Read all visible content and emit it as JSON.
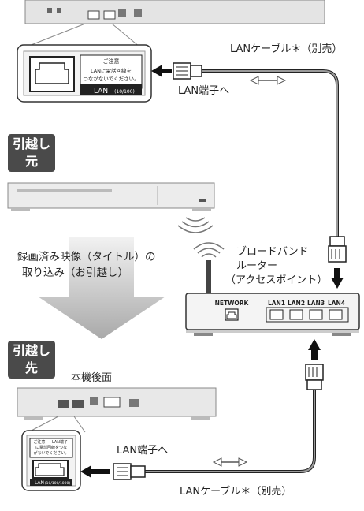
{
  "tags": {
    "source": [
      "引越し",
      "元"
    ],
    "destination": [
      "引越し",
      "先"
    ]
  },
  "cables": {
    "top_label": "LANケーブル＊（別売）",
    "bottom_label": "LANケーブル＊（別売）",
    "to_lan_top": "LAN端子へ",
    "to_lan_bottom": "LAN端子へ"
  },
  "top_callout": {
    "caution_title": "ご注意",
    "caution_body_1": "LANに電話回線を",
    "caution_body_2": "つながないでください。",
    "port_label": "LAN",
    "port_spec": "(10/100)"
  },
  "bottom_callout": {
    "caution_title": "ご注意",
    "caution_body_1": "LAN端子",
    "caution_body_2": "に電話回線をつな",
    "caution_body_3": "がないでください。",
    "port_label": "LAN",
    "port_spec": "(10/100/1000)"
  },
  "transfer_text": [
    "録画済み映像（タイトル）の",
    "取り込み（お引越し）"
  ],
  "router": {
    "label_lines": [
      "ブロードバンド",
      "ルーター",
      "（アクセスポイント）"
    ],
    "ports": [
      "NETWORK",
      "LAN1",
      "LAN2",
      "LAN3",
      "LAN4"
    ]
  },
  "rear_label": "本機後面"
}
